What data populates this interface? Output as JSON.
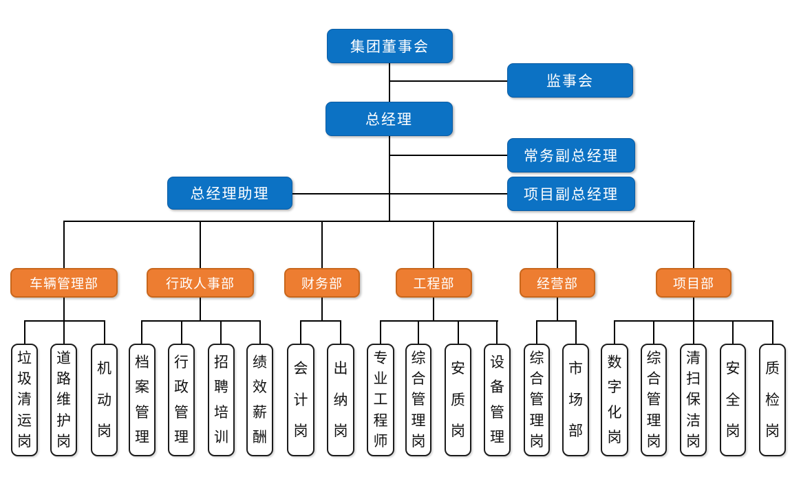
{
  "org": {
    "executives": {
      "board": "集团董事会",
      "supervisory": "监事会",
      "general_manager": "总经理",
      "executive_deputy_gm": "常务副总经理",
      "gm_assistant": "总经理助理",
      "project_deputy_gm": "项目副总经理"
    },
    "departments": [
      {
        "label": "车辆管理部",
        "positions": [
          "垃圾清运岗",
          "道路维护岗",
          "机动岗"
        ]
      },
      {
        "label": "行政人事部",
        "positions": [
          "档案管理",
          "行政管理",
          "招聘培训",
          "绩效薪酬"
        ]
      },
      {
        "label": "财务部",
        "positions": [
          "会计岗",
          "出纳岗"
        ]
      },
      {
        "label": "工程部",
        "positions": [
          "专业工程师",
          "综合管理岗",
          "安质岗",
          "设备管理"
        ]
      },
      {
        "label": "经营部",
        "positions": [
          "综合管理岗",
          "市场部"
        ]
      },
      {
        "label": "项目部",
        "positions": [
          "数字化岗",
          "综合管理岗",
          "清扫保洁岗",
          "安全岗",
          "质检岗"
        ]
      }
    ],
    "colors": {
      "executive_fill": "#0C72C4",
      "executive_border": "#0A5BA3",
      "department_fill": "#ED7D31",
      "department_border": "#C8661B",
      "position_border": "#1A1A1A",
      "connector": "#000000"
    }
  }
}
